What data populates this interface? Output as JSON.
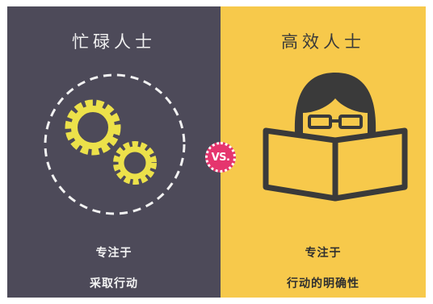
{
  "left": {
    "title": "忙碌人士",
    "caption_line1": "专注于",
    "caption_line2": "采取行动"
  },
  "right": {
    "title": "高效人士",
    "caption_line1": "专注于",
    "caption_line2": "行动的明确性"
  },
  "badge": {
    "label": "VS."
  },
  "colors": {
    "left_background": "#4d4a59",
    "right_background": "#f7c94b",
    "gear": "#ece14a",
    "badge": "#e5356e",
    "illustration_dark": "#3a3a3a"
  },
  "icons": {
    "left": "gears-icon",
    "right": "person-reading-book-icon"
  }
}
